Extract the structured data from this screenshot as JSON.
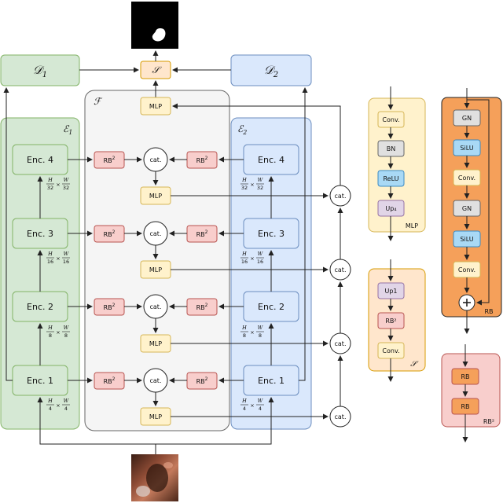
{
  "decoders": {
    "d1": {
      "sym": "𝒟",
      "sub": "1"
    },
    "d2": {
      "sym": "𝒟",
      "sub": "2"
    }
  },
  "encoders": {
    "e1": {
      "sym": "ℰ",
      "sub": "1"
    },
    "e2": {
      "sym": "ℰ",
      "sub": "2"
    }
  },
  "fusion": {
    "sym": "ℱ"
  },
  "output": {
    "sym": "𝒮"
  },
  "enc_blocks": [
    "Enc. 1",
    "Enc. 2",
    "Enc. 3",
    "Enc. 4"
  ],
  "rb2": {
    "base": "RB",
    "sup": "2"
  },
  "cat": "cat.",
  "mlp": "MLP",
  "scales": [
    {
      "hn": "H",
      "hd": "4",
      "wn": "W",
      "wd": "4"
    },
    {
      "hn": "H",
      "hd": "8",
      "wn": "W",
      "wd": "8"
    },
    {
      "hn": "H",
      "hd": "16",
      "wn": "W",
      "wd": "16"
    },
    {
      "hn": "H",
      "hd": "32",
      "wn": "W",
      "wd": "32"
    }
  ],
  "times": "×",
  "legend": {
    "mlp": {
      "items": [
        "Conv.",
        "BN",
        "ReLU",
        "Up₄"
      ],
      "label": "MLP"
    },
    "s": {
      "items": [
        "Up1",
        "RB²",
        "Conv."
      ],
      "label": "𝒮"
    },
    "rb": {
      "items": [
        "GN",
        "SiLU",
        "Conv.",
        "GN",
        "SiLU",
        "Conv."
      ],
      "label": "RB"
    },
    "rb2": {
      "items": [
        "RB",
        "RB"
      ],
      "label": "RB²"
    }
  },
  "colors": {
    "green_bg": "#d5e8d4",
    "green_border": "#82b366",
    "blue_bg": "#dae8fc",
    "blue_border": "#6c8ebf",
    "gray_bg": "#f5f5f5",
    "gray_border": "#666666",
    "red_bg": "#f8cecc",
    "red_border": "#b85450",
    "yellow_bg": "#fff2cc",
    "yellow_border": "#d6b656",
    "orange_bg": "#ffe6cc",
    "orange_border": "#d79b00",
    "purple_bg": "#e1d5e7",
    "purple_border": "#9673a6",
    "dgray_bg": "#e0e0e0",
    "rb_bg": "#f5a05a"
  }
}
